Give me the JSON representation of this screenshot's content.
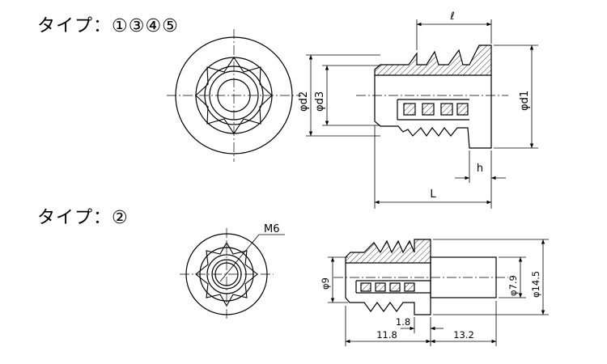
{
  "titles": {
    "type_a": "タイプ：①③④⑤",
    "type_b": "タイプ：②"
  },
  "labels_type_a": {
    "d2": "φd2",
    "d3": "φd3",
    "d1": "φd1",
    "l": "ℓ",
    "L": "L",
    "h": "h"
  },
  "labels_type_b": {
    "thread": "M6",
    "d9": "φ9",
    "d7_9": "φ7.9",
    "d14_5": "φ14.5",
    "len_1_8": "1.8",
    "len_11_8": "11.8",
    "len_13_2": "13.2"
  }
}
